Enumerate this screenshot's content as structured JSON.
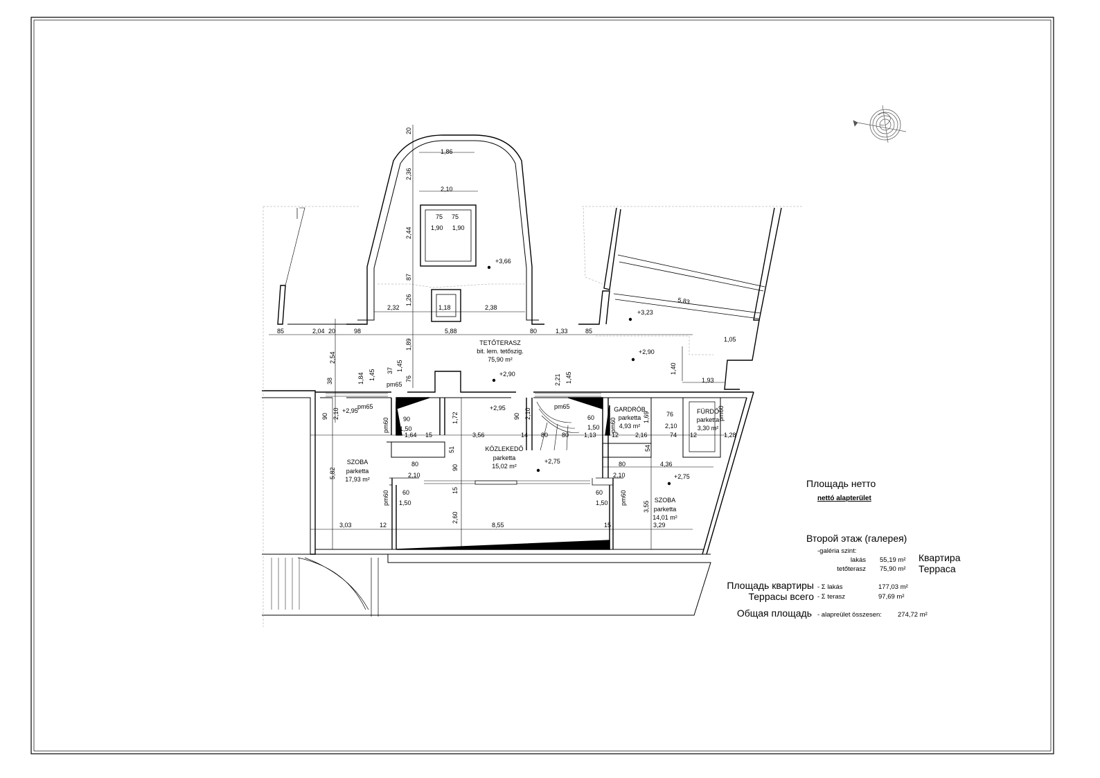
{
  "rooms": {
    "terrace": {
      "name": "TETŐTERASZ",
      "finish": "bit. lem. tetőszig.",
      "area": "75,90 m²"
    },
    "hall": {
      "name": "KÖZLEKEDŐ",
      "finish": "parketta",
      "area": "15,02 m²"
    },
    "room_left": {
      "name": "SZOBA",
      "finish": "parketta",
      "area": "17,93 m²"
    },
    "room_right": {
      "name": "SZOBA",
      "finish": "parketta",
      "area": "14,01 m²"
    },
    "wardrobe": {
      "name": "GARDRÓB",
      "finish": "parketta",
      "area": "4,93 m²"
    },
    "bath": {
      "name": "FÜRDŐ",
      "finish": "parketta",
      "area": "3,30 m²"
    }
  },
  "levels": [
    "+3,66",
    "+3,23",
    "+2,90",
    "+2,90",
    "+2,95",
    "+2,95",
    "+2,75",
    "+2,75"
  ],
  "dims": {
    "top": [
      "85",
      "2,04",
      "20",
      "98",
      "5,88",
      "80",
      "1,33",
      "85",
      "1,05"
    ],
    "tower": [
      "1,86",
      "2,10",
      "75",
      "75",
      "1,90",
      "1,90",
      "2,32",
      "1,18",
      "2,38",
      "20",
      "2,36",
      "2,44",
      "87",
      "1,26",
      "1,89"
    ],
    "vertical": [
      "2,54",
      "38",
      "1,84",
      "1,45",
      "37",
      "1,45",
      "76",
      "2,21",
      "1,45",
      "1,40",
      "1,72",
      "51",
      "90",
      "15",
      "2,60",
      "5,82",
      "1,69",
      "54",
      "3,55"
    ],
    "middle": [
      "1,64",
      "15",
      "3,56",
      "14",
      "80",
      "80",
      "1,13",
      "12",
      "2,16",
      "74",
      "12",
      "1,28",
      "4,36",
      "1,93",
      "5,83"
    ],
    "bottom": [
      "3,03",
      "12",
      "8,55",
      "15",
      "3,29"
    ],
    "openings": [
      "90",
      "1,50",
      "60",
      "1,50",
      "60",
      "1,50",
      "60",
      "1,50",
      "80",
      "2,10",
      "80",
      "2,10",
      "76",
      "2,10",
      "90",
      "2,10",
      "90",
      "2,10",
      "pm65",
      "pm65",
      "pm65",
      "pm60",
      "pm60",
      "pm60",
      "pm60",
      "pm60"
    ]
  },
  "legend": {
    "title": "Площадь нетто",
    "subtitle": "nettó alapterület",
    "floor": "Второй этаж (галерея)",
    "level": "-galéria szint:",
    "rows": [
      {
        "label": "lakás",
        "value": "55,19 m²",
        "ru": "Квартира"
      },
      {
        "label": "tetőterasz",
        "value": "75,90 m²",
        "ru": "Терраса"
      }
    ],
    "totals": [
      {
        "ru": "Площадь квартиры",
        "label": "- Σ lakás",
        "value": "177,03 m²"
      },
      {
        "ru": "Террасы всего",
        "label": "- Σ terasz",
        "value": "97,69 m²"
      }
    ],
    "grand_ru": "Общая площадь",
    "grand_label": "- alapreület összesen:",
    "grand_value": "274,72 m²"
  },
  "icons": [
    "north-arrow-icon",
    "level-marker-icon"
  ]
}
